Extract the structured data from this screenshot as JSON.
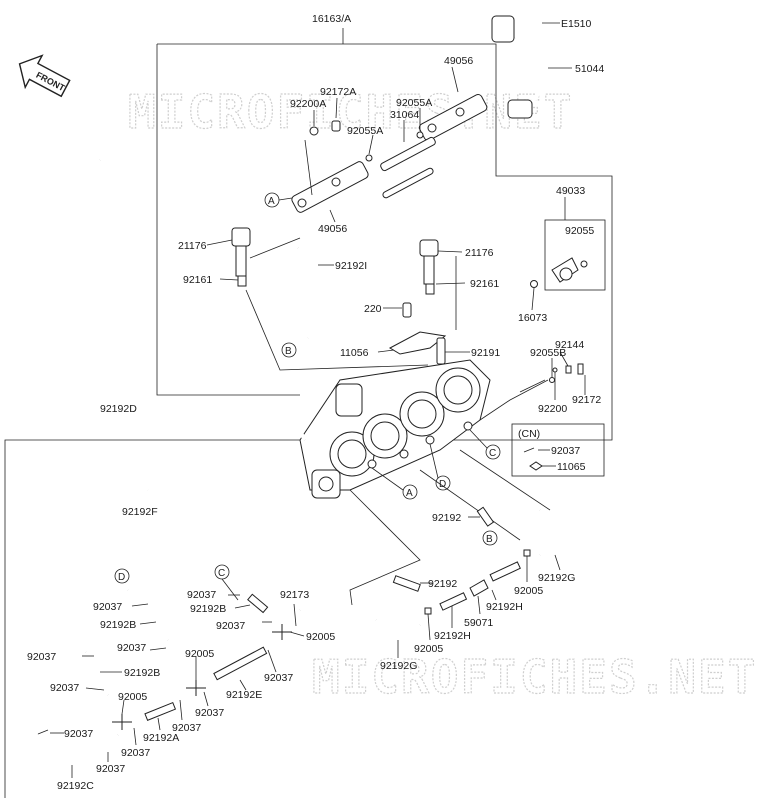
{
  "watermark": "MICROFICHES.NET",
  "front_badge": "FRONT",
  "group_box_label": "16163/A",
  "callouts": {
    "a": "A",
    "b": "B",
    "c": "C",
    "d": "D"
  },
  "cn_box": {
    "title": "(CN)",
    "items": [
      "92037",
      "11065"
    ]
  },
  "labels": {
    "e1510": "E1510",
    "p51044": "51044",
    "p49056_top": "49056",
    "p92172a": "92172A",
    "p92200a": "92200A",
    "p92055a_1": "92055A",
    "p31064": "31064",
    "p92055a_2": "92055A",
    "p49056_bot": "49056",
    "p49033": "49033",
    "p92055": "92055",
    "p21176_l": "21176",
    "p92192i": "92192I",
    "p92161_l": "92161",
    "p21176_r": "21176",
    "p92161_r": "92161",
    "p16073": "16073",
    "p220": "220",
    "p11056": "11056",
    "p92191": "92191",
    "p92055b": "92055B",
    "p92144": "92144",
    "p92200": "92200",
    "p92172": "92172",
    "p92192d": "92192D",
    "p92192f": "92192F",
    "p92192_1": "92192",
    "p92192_2": "92192",
    "p92192g_r": "92192G",
    "p92005_r": "92005",
    "p92192h": "92192H",
    "p59071": "59071",
    "p92005_m": "92005",
    "p92192g_b": "92192G",
    "p92037_c1": "92037",
    "p92192b_c": "92192B",
    "p92037_c2": "92037",
    "p92173": "92173",
    "p92005_c": "92005",
    "p92037_d1": "92037",
    "p92192b_d": "92192B",
    "p92037_d2": "92037",
    "p92005_d": "92005",
    "p92037_l1": "92037",
    "p92192b_l": "92192B",
    "p92037_l2": "92037",
    "p92005_l": "92005",
    "p92037_m1": "92037",
    "p92192e": "92192E",
    "p92037_m2": "92037",
    "p92037_m3": "92037",
    "p92192a": "92192A",
    "p92037_m4": "92037",
    "p92037_bl": "92037",
    "p92037_bl2": "92037",
    "p92192c": "92192C"
  }
}
